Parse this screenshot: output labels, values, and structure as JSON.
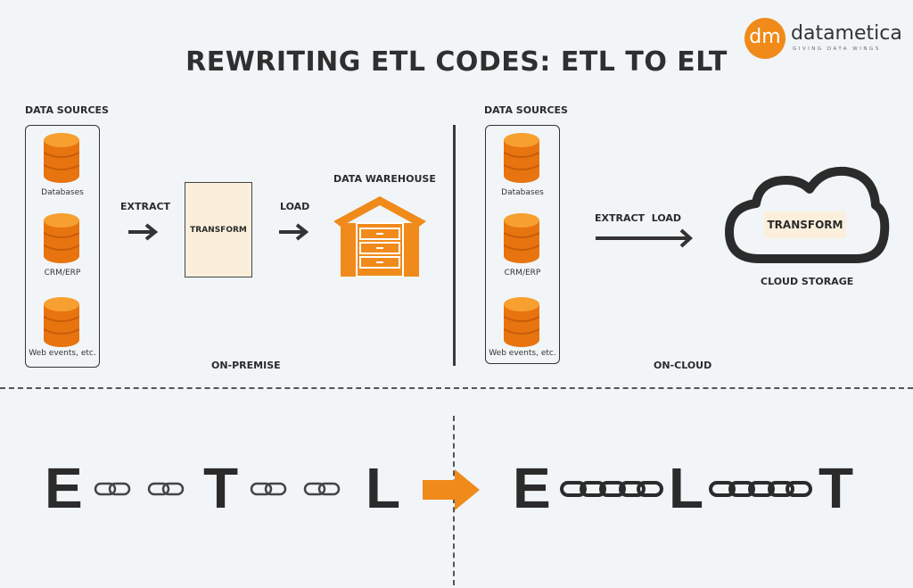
{
  "title": "REWRITING ETL CODES: ETL TO ELT",
  "logo": {
    "initials": "dm",
    "name": "datametica",
    "tagline": "GIVING DATA WINGS"
  },
  "left": {
    "sources_label": "DATA SOURCES",
    "sources": [
      "Databases",
      "CRM/ERP",
      "Web events, etc."
    ],
    "extract_label": "EXTRACT",
    "transform_label": "TRANSFORM",
    "load_label": "LOAD",
    "warehouse_label": "DATA WAREHOUSE",
    "section_label": "ON-PREMISE"
  },
  "right": {
    "sources_label": "DATA SOURCES",
    "sources": [
      "Databases",
      "CRM/ERP",
      "Web events, etc."
    ],
    "extract_load_label": "EXTRACT  LOAD",
    "transform_label": "TRANSFORM",
    "cloud_label": "CLOUD STORAGE",
    "section_label": "ON-CLOUD"
  },
  "bottom": {
    "etl": [
      "E",
      "T",
      "L"
    ],
    "elt": [
      "E",
      "L",
      "T"
    ]
  },
  "colors": {
    "accent": "#f08a1a",
    "dark": "#2b2b2b",
    "background": "#f1f5f7",
    "transform_fill": "#fbefdc"
  }
}
